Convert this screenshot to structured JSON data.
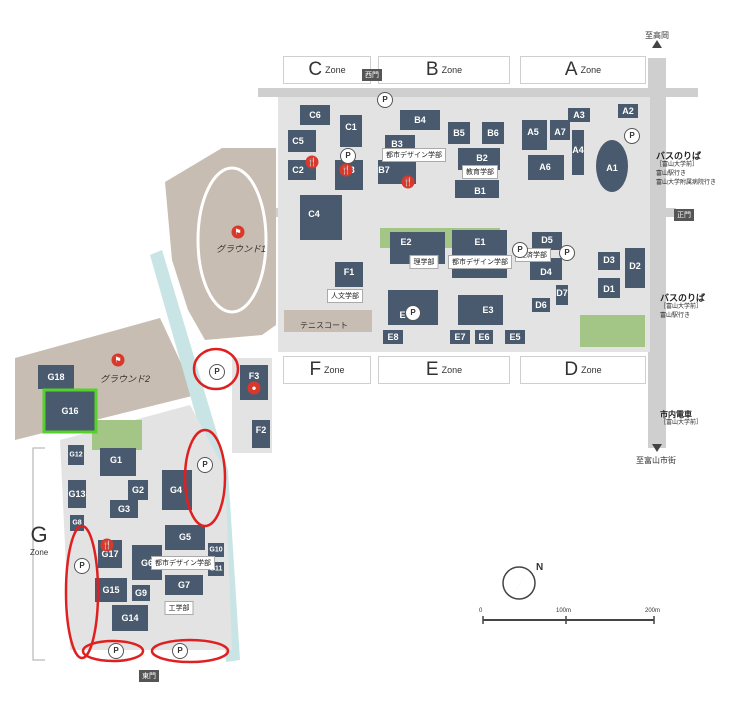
{
  "zones_top": [
    {
      "letter": "C",
      "suffix": "Zone"
    },
    {
      "letter": "B",
      "suffix": "Zone"
    },
    {
      "letter": "A",
      "suffix": "Zone"
    }
  ],
  "zones_bottom": [
    {
      "letter": "F",
      "suffix": "Zone"
    },
    {
      "letter": "E",
      "suffix": "Zone"
    },
    {
      "letter": "D",
      "suffix": "Zone"
    }
  ],
  "zone_g": {
    "letter": "G",
    "suffix": "Zone"
  },
  "fields": {
    "ground1": "グラウンド1",
    "ground2": "グラウンド2",
    "tennis": "テニスコート"
  },
  "gates": {
    "west": "西門",
    "main": "正門",
    "east": "東門"
  },
  "directions": {
    "takaoka": "至高岡",
    "toyama_city": "至富山市街"
  },
  "bus_stops": {
    "north": {
      "title": "バスのりば",
      "line1": "［富山大学前］",
      "line2": "富山駅行き",
      "line3": "富山大学附属病院行き"
    },
    "south": {
      "title": "バスのりば",
      "line1": "［富山大学前］",
      "line2": "富山駅行き"
    }
  },
  "tram": {
    "title": "市内電車",
    "line1": "［富山大学前］"
  },
  "faculty_labels": {
    "design1": "都市デザイン学部",
    "education": "教育学部",
    "science": "理学部",
    "design2": "都市デザイン学部",
    "economics": "経済学部",
    "humanities": "人文学部",
    "design3": "都市デザイン学部",
    "engineering": "工学部"
  },
  "buildings": {
    "C6": "C6",
    "C1": "C1",
    "C5": "C5",
    "C2": "C2",
    "C3": "C3",
    "C4": "C4",
    "B4": "B4",
    "B5": "B5",
    "B6": "B6",
    "B3": "B3",
    "B7": "B7",
    "B2": "B2",
    "B1": "B1",
    "A5": "A5",
    "A7": "A7",
    "A3": "A3",
    "A2": "A2",
    "A4": "A4",
    "A6": "A6",
    "A1": "A1",
    "E2": "E2",
    "E1": "E1",
    "E4": "E4",
    "E3": "E3",
    "E8": "E8",
    "E7": "E7",
    "E6": "E6",
    "E5": "E5",
    "D5": "D5",
    "D4": "D4",
    "D7": "D7",
    "D6": "D6",
    "D3": "D3",
    "D2": "D2",
    "D1": "D1",
    "F1": "F1",
    "F2": "F2",
    "F3": "F3",
    "G18": "G18",
    "G16": "G16",
    "G1": "G1",
    "G2": "G2",
    "G3": "G3",
    "G4": "G4",
    "G5": "G5",
    "G6": "G6",
    "G7": "G7",
    "G8": "G8",
    "G9": "G9",
    "G10": "G10",
    "G11": "G11",
    "G12": "G12",
    "G13": "G13",
    "G14": "G14",
    "G15": "G15",
    "G17": "G17"
  },
  "parking": "P",
  "scale": {
    "ticks": [
      "0",
      "100m",
      "200m"
    ],
    "north": "N"
  },
  "colors": {
    "building": "#4a5a6e",
    "field": "#c8bdb2",
    "green": "#a3c585",
    "highlight_red": "#e02020",
    "highlight_green": "#54d12a",
    "river": "#c9e4e4",
    "road": "#cfcfcf"
  }
}
